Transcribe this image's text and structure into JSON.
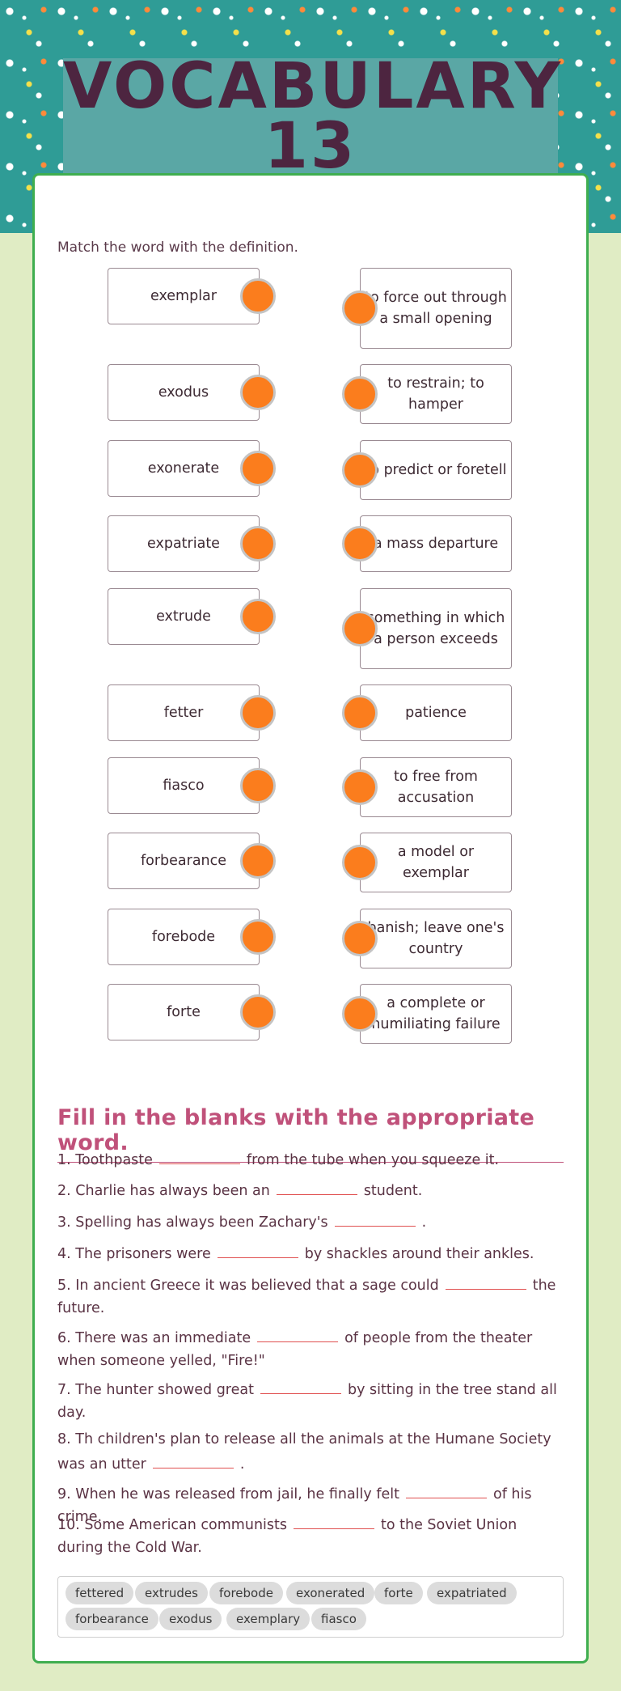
{
  "header": {
    "title_line1": "VOCABULARY",
    "title_line2": "13"
  },
  "matching": {
    "instructions": "Match the word with the definition.",
    "words": [
      "exemplar",
      "exodus",
      "exonerate",
      "expatriate",
      "extrude",
      "fetter",
      "fiasco",
      "forbearance",
      "forebode",
      "forte"
    ],
    "definitions": [
      "to force out through a small opening",
      "to restrain; to hamper",
      "to predict or foretell",
      "a mass departure",
      "something in which a person exceeds",
      "patience",
      "to free from accusation",
      "a model or exemplar",
      "banish; leave one's country",
      "a complete or humiliating failure"
    ]
  },
  "fill_in": {
    "heading": "Fill in the blanks with the appropriate word.",
    "questions": [
      {
        "before": "1. Toothpaste",
        "after": "from the tube when you squeeze it."
      },
      {
        "before": "2. Charlie has always been an",
        "after": "student."
      },
      {
        "before": "3. Spelling has always been Zachary's",
        "after": "."
      },
      {
        "before": "4. The prisoners were",
        "after": "by shackles around their ankles."
      },
      {
        "before": "5. In ancient Greece it was believed that a sage could",
        "after": "the future."
      },
      {
        "before": "6. There was an immediate",
        "after": "of people from the theater when someone yelled, \"Fire!\""
      },
      {
        "before": "7. The hunter showed great",
        "after": "by sitting in the tree stand all day."
      },
      {
        "before": "8. Th children's plan to release all the animals at the Humane Society was an utter",
        "after": "."
      },
      {
        "before": "9. When he was released from jail, he finally felt",
        "after": "of his crime."
      },
      {
        "before": "10. Some American communists",
        "after": "to the Soviet Union during the Cold War."
      }
    ]
  },
  "word_bank": [
    "fettered",
    "extrudes",
    "forebode",
    "exonerated",
    "forte",
    "expatriated",
    "forbearance",
    "exodus",
    "exemplary",
    "fiasco"
  ],
  "colors": {
    "accent_orange": "#fb7d1d",
    "heading_pink": "#c0517a",
    "card_border": "#3fae4f",
    "title_band": "#5aa7a5"
  }
}
